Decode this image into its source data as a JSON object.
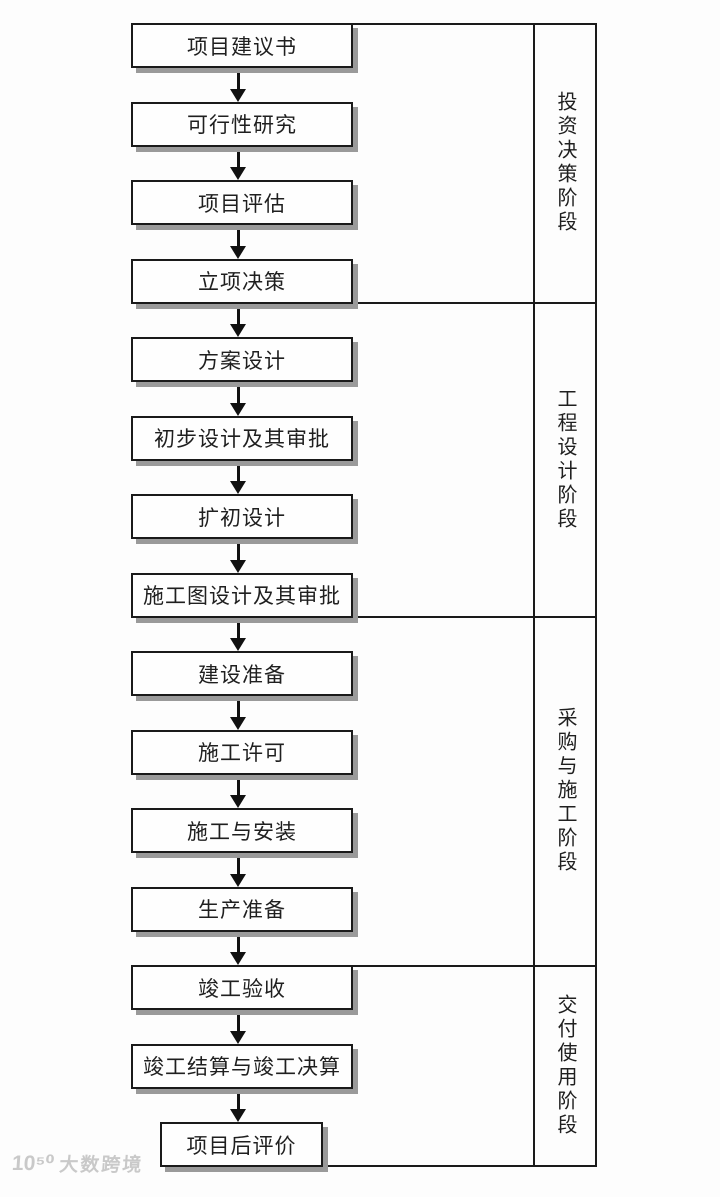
{
  "diagram": {
    "steps": [
      {
        "label": "项目建议书"
      },
      {
        "label": "可行性研究"
      },
      {
        "label": "项目评估"
      },
      {
        "label": "立项决策"
      },
      {
        "label": "方案设计"
      },
      {
        "label": "初步设计及其审批"
      },
      {
        "label": "扩初设计"
      },
      {
        "label": "施工图设计及其审批"
      },
      {
        "label": "建设准备"
      },
      {
        "label": "施工许可"
      },
      {
        "label": "施工与安装"
      },
      {
        "label": "生产准备"
      },
      {
        "label": "竣工验收"
      },
      {
        "label": "竣工结算与竣工决算"
      },
      {
        "label": "项目后评价"
      }
    ],
    "phases": [
      {
        "label": "投资决策阶段",
        "steps_from": 1,
        "steps_to": 4
      },
      {
        "label": "工程设计阶段",
        "steps_from": 5,
        "steps_to": 8
      },
      {
        "label": "采购与施工阶段",
        "steps_from": 9,
        "steps_to": 12
      },
      {
        "label": "交付使用阶段",
        "steps_from": 13,
        "steps_to": 15
      }
    ],
    "colors": {
      "box_border": "#1a1a1a",
      "box_shadow": "#9a9a9a",
      "text": "#1f1f1f",
      "background": "#fdfdfd",
      "watermark": "#c9c9c9"
    }
  },
  "watermark": {
    "logo_text": "10⁵⁰",
    "brand_text": "大数跨境"
  }
}
